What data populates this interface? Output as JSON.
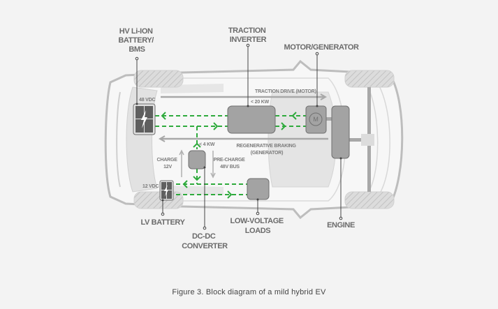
{
  "figure": {
    "caption": "Figure 3. Block diagram of a mild hybrid EV"
  },
  "labels": {
    "hv_battery": [
      "HV Li-ION",
      "BATTERY/",
      "BMS"
    ],
    "traction_inverter": [
      "TRACTION",
      "INVERTER"
    ],
    "motor_generator": [
      "MOTOR/GENERATOR"
    ],
    "lv_battery": [
      "LV BATTERY"
    ],
    "dcdc_converter": [
      "DC-DC",
      "CONVERTER"
    ],
    "low_voltage_loads": [
      "LOW-VOLTAGE",
      "LOADS"
    ],
    "engine": [
      "ENGINE"
    ]
  },
  "annotations": {
    "hv_voltage": "48 VDC",
    "lv_voltage": "12 VDC",
    "inverter_power": "< 20 KW",
    "dcdc_power": "< 4 KW",
    "traction_drive": "TRACTION DRIVE (MOTOR)",
    "regen_braking": [
      "REGENERATIVE BRAKING",
      "(GENERATOR)"
    ],
    "charge": [
      "CHARGE",
      "12V"
    ],
    "precharge": [
      "PRE-CHARGE",
      "48V BUS"
    ],
    "motor_symbol": "M"
  },
  "colors": {
    "background": "#f3f3f3",
    "block_fill": "#a3a3a3",
    "block_stroke": "#6f6f6f",
    "battery_fill": "#5f5f5f",
    "energy_flow": "#2eaa3c",
    "car_outline": "#c4c4c4",
    "label_text": "#6b6b6b"
  }
}
